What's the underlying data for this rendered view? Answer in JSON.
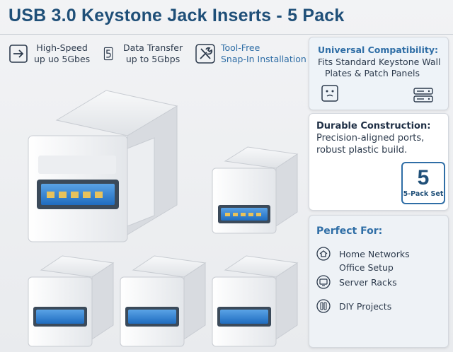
{
  "title": "USB 3.0 Keystone Jack Inserts - 5 Pack",
  "features": [
    {
      "icon": "arrow-right-icon",
      "line1": "High-Speed",
      "line2": "up uo 5Gbes"
    },
    {
      "icon": "five-icon",
      "line1": "Data Transfer",
      "line2": "up to 5Gbps"
    },
    {
      "icon": "tools-icon",
      "line1": "Tool-Free",
      "line2": "Snap-In Installation"
    }
  ],
  "compat": {
    "heading": "Universal Compatibility:",
    "line1": "Fits Standard Keystone Wall",
    "line2": "Plates & Patch Panels"
  },
  "durable": {
    "heading": "Durable Construction:",
    "line1": "Precision-aligned ports,",
    "line2": "robust plastic build.",
    "pack_number": "5",
    "pack_label": "5-Pack Set"
  },
  "uses": {
    "heading": "Perfect For:",
    "items": [
      "Home Networks",
      "Office Setup",
      "Server Racks",
      "DIY Projects"
    ]
  },
  "colors": {
    "accent": "#2f6ea6",
    "title": "#1f4f78",
    "usb_blue": "#2d7fd0"
  }
}
